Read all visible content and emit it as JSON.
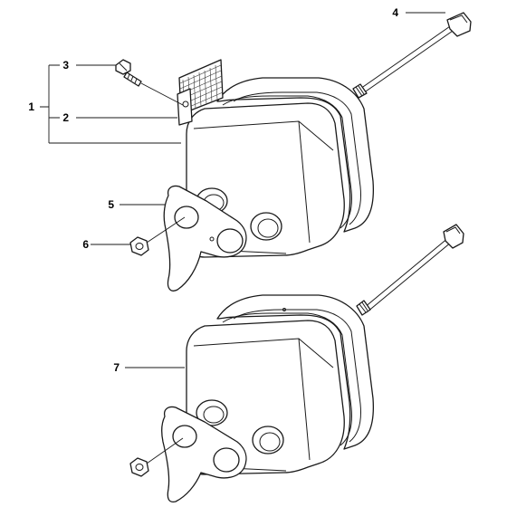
{
  "diagram": {
    "callouts": [
      {
        "id": "c1",
        "label": "1",
        "part": "muffler-assembly"
      },
      {
        "id": "c2",
        "label": "2",
        "part": "spark-arrestor-screen"
      },
      {
        "id": "c3",
        "label": "3",
        "part": "screw"
      },
      {
        "id": "c4",
        "label": "4",
        "part": "long-bolt"
      },
      {
        "id": "c5",
        "label": "5",
        "part": "gasket-bracket"
      },
      {
        "id": "c6",
        "label": "6",
        "part": "nut"
      },
      {
        "id": "c7",
        "label": "7",
        "part": "muffler"
      }
    ],
    "colors": {
      "line": "#1a1a1a",
      "background": "#ffffff"
    }
  }
}
